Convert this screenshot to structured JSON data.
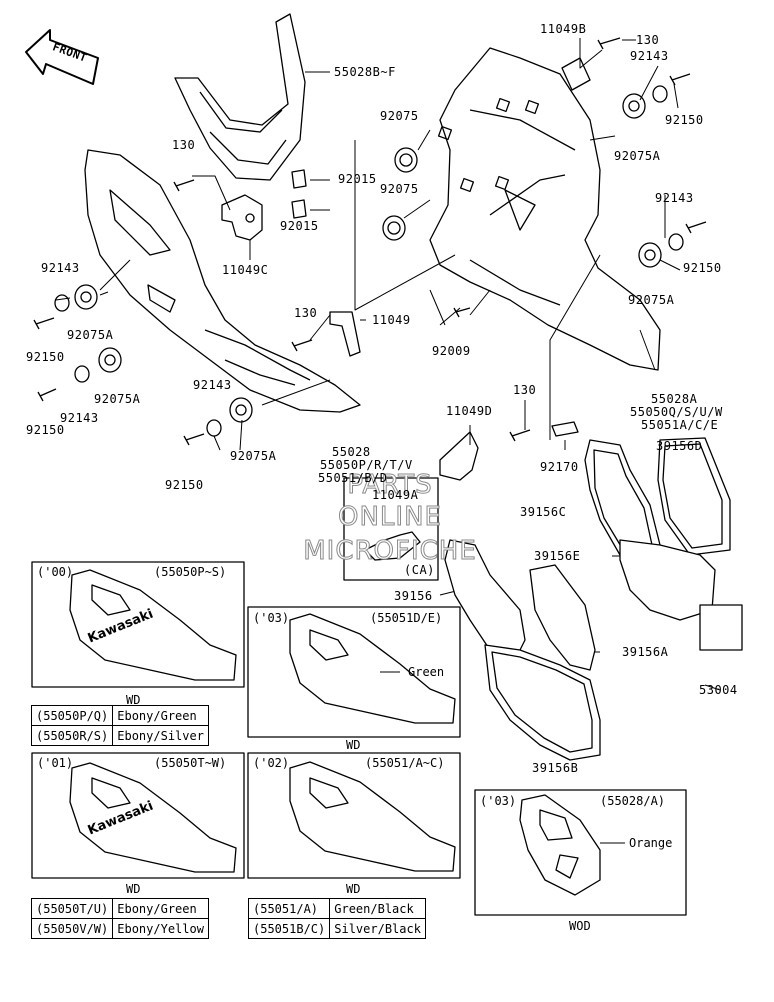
{
  "front_label": "FRONT",
  "parts": {
    "p55028BF": "55028B~F",
    "p11049B": "11049B",
    "p130_top": "130",
    "p92143_top": "92143",
    "p92150_top": "92150",
    "p92075A_top": "92075A",
    "p92075_a": "92075",
    "p92075_b": "92075",
    "p92015_a": "92015",
    "p92015_b": "92015",
    "p130_left": "130",
    "p11049C": "11049C",
    "p92143_left": "92143",
    "p92075A_left1": "92075A",
    "p92150_left": "92150",
    "p92075A_left2": "92075A",
    "p92143_left2": "92143",
    "p92150_left2": "92150",
    "p130_mid": "130",
    "p11049": "11049",
    "p92009": "92009",
    "p92143_r": "92143",
    "p92150_r": "92150",
    "p92075A_r": "92075A",
    "p55028A": "55028A",
    "p55050Q": "55050Q/S/U/W",
    "p55051A": "55051A/C/E",
    "p92143_bl": "92143",
    "p92075A_bl": "92075A",
    "p92150_bl": "92150",
    "p55028": "55028",
    "p55050P": "55050P/R/T/V",
    "p55051B": "55051/B/D",
    "p130_c": "130",
    "p11049D": "11049D",
    "p11049A": "11049A",
    "pCA": "(CA)",
    "p92170": "92170",
    "p39156D": "39156D",
    "p39156C": "39156C",
    "p39156E": "39156E",
    "p39156": "39156",
    "p39156A": "39156A",
    "p53004": "53004",
    "p39156B": "39156B"
  },
  "watermark": [
    "PARTS",
    "ONLINE",
    "MICROFICHE"
  ],
  "boxes": {
    "b00": {
      "year": "('00)",
      "code": "(55050P~S)",
      "brand": "Kawasaki",
      "caption": "WD"
    },
    "b01": {
      "year": "('01)",
      "code": "(55050T~W)",
      "brand": "Kawasaki",
      "caption": "WD"
    },
    "b03": {
      "year": "('03)",
      "code": "(55051D/E)",
      "note": "Green",
      "caption": "WD"
    },
    "b02": {
      "year": "('02)",
      "code": "(55051/A~C)",
      "caption": "WD"
    },
    "b03o": {
      "year": "('03)",
      "code": "(55028/A)",
      "note": "Orange",
      "caption": "WOD"
    }
  },
  "color_tables": {
    "t1": [
      [
        "(55050P/Q)",
        "Ebony/Green"
      ],
      [
        "(55050R/S)",
        "Ebony/Silver"
      ]
    ],
    "t2": [
      [
        "(55050T/U)",
        "Ebony/Green"
      ],
      [
        "(55050V/W)",
        "Ebony/Yellow"
      ]
    ],
    "t3": [
      [
        "(55051/A)",
        "Green/Black"
      ],
      [
        "(55051B/C)",
        "Silver/Black"
      ]
    ]
  }
}
